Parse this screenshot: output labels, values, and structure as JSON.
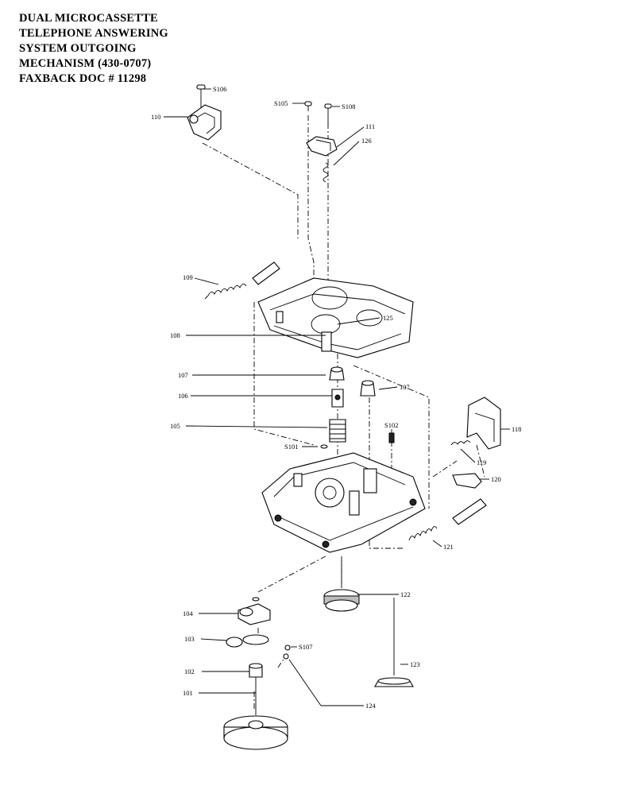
{
  "header": {
    "lines": [
      "DUAL MICROCASSETTE",
      "TELEPHONE ANSWERING",
      "SYSTEM OUTGOING",
      "MECHANISM  (430-0707)",
      "FAXBACK DOC # 11298"
    ]
  },
  "labels": {
    "s106": "S106",
    "p110": "110",
    "s105": "S105",
    "s108": "S108",
    "p111": "111",
    "p126": "126",
    "p109": "109",
    "p125": "125",
    "p108": "108",
    "p107a": "107",
    "p107b": "107",
    "p106": "106",
    "p105": "105",
    "s102": "S102",
    "p118": "118",
    "s101": "S101",
    "p119": "119",
    "p120": "120",
    "p121": "121",
    "p122": "122",
    "p104": "104",
    "p103": "103",
    "s107": "S107",
    "p102": "102",
    "p123": "123",
    "p101": "101",
    "p124": "124"
  }
}
